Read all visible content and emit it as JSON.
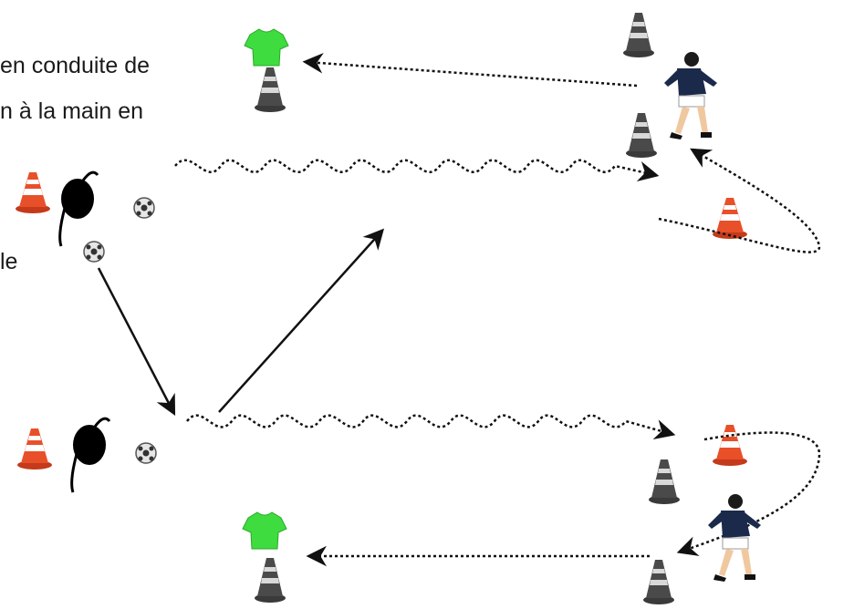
{
  "text_lines": [
    "en conduite de",
    "n à la main en",
    "le"
  ],
  "colors": {
    "cone_grey": "#4a4a4a",
    "cone_orange": "#e8502a",
    "jersey_green": "#3fdc3f",
    "player_shirt": "#1b2a4a",
    "player_skin": "#f0c8a0",
    "ball": "#444444",
    "hoop": "#000000",
    "line": "#111111"
  },
  "icons": [
    "grey-cone-icon",
    "orange-cone-icon",
    "green-jersey-icon",
    "football-icon",
    "hoop-icon",
    "player-icon"
  ]
}
